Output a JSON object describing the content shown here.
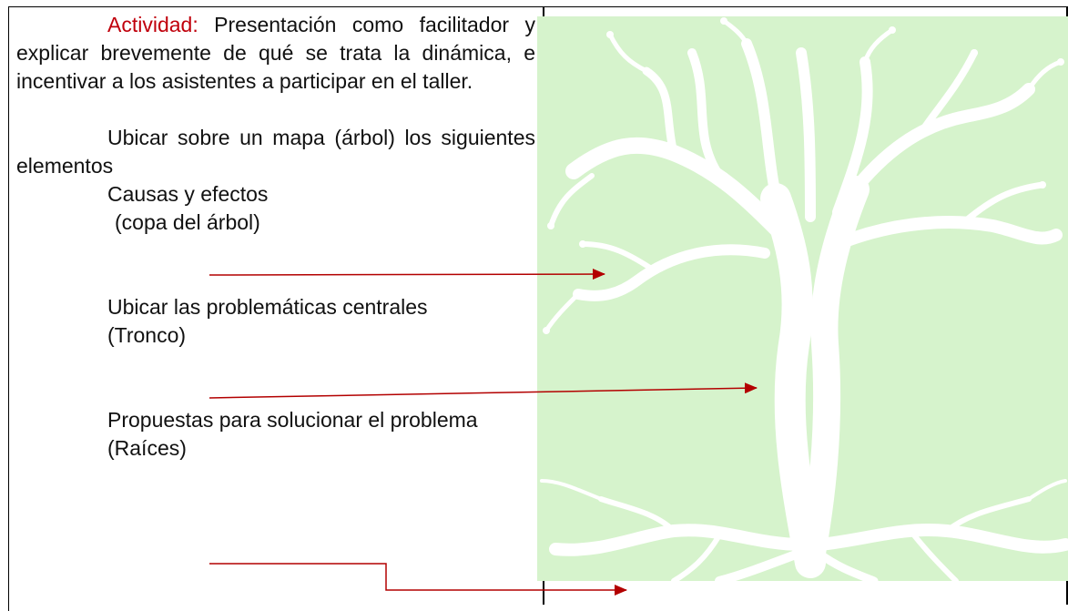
{
  "activity": {
    "label": "Actividad:",
    "intro_rest": " Presentación como facilitador y explicar brevemente de qué se trata la dinámica, e incentivar a los asistentes a participar en el taller."
  },
  "instructions": {
    "locate_intro": "Ubicar sobre un mapa (árbol) los siguientes elementos",
    "causes_label": "Causas y efectos",
    "crown_label": "(copa del árbol)",
    "problems_label": "Ubicar las problemáticas centrales",
    "trunk_label": "(Tronco)",
    "proposals_label": "Propuestas para solucionar el problema",
    "roots_label": "(Raíces)"
  },
  "colors": {
    "accent": "#c0000c",
    "tree_background": "#d6f3cc",
    "tree_silhouette": "#ffffff",
    "arrow": "#b30000"
  },
  "icons": {
    "tree": "tree-silhouette-icon"
  }
}
